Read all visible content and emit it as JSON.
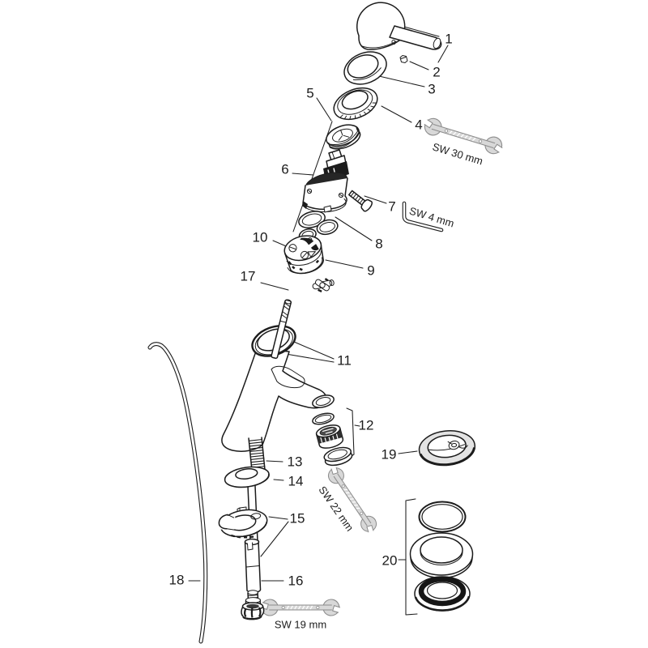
{
  "diagram": {
    "type": "exploded-parts-diagram",
    "subject": "single-lever basin mixer faucet spare parts",
    "callouts": {
      "p1": "1",
      "p2": "2",
      "p3": "3",
      "p4": "4",
      "p5": "5",
      "p6": "6",
      "p7": "7",
      "p8": "8",
      "p9": "9",
      "p10": "10",
      "p11": "11",
      "p12": "12",
      "p13": "13",
      "p14": "14",
      "p15": "15",
      "p16": "16",
      "p17": "17",
      "p18": "18",
      "p19": "19",
      "p20": "20"
    },
    "tool_labels": {
      "sw30": "SW 30 mm",
      "sw4": "SW 4 mm",
      "sw22": "SW 22 mm",
      "sw19": "SW 19 mm"
    },
    "colors": {
      "line": "#1c1c1c",
      "background": "#ffffff",
      "tool_fill": "#d8d8d8",
      "tool_stroke": "#8c8c8c"
    }
  }
}
